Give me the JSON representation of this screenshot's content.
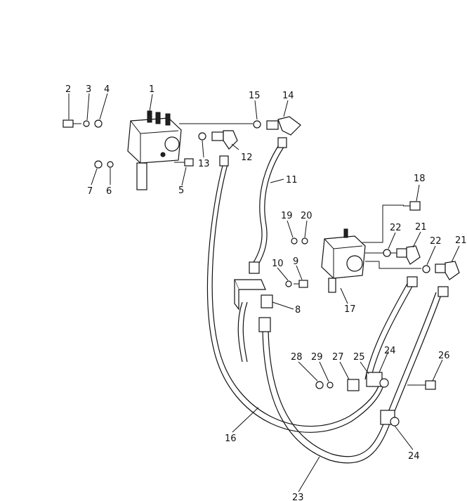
{
  "labels": {
    "l1": "1",
    "l2": "2",
    "l3": "3",
    "l4": "4",
    "l5": "5",
    "l6": "6",
    "l7": "7",
    "l8": "8",
    "l9": "9",
    "l10": "10",
    "l11": "11",
    "l12": "12",
    "l13": "13",
    "l14": "14",
    "l15": "15",
    "l16": "16",
    "l17": "17",
    "l18": "18",
    "l19": "19",
    "l20": "20",
    "l21a": "21",
    "l21b": "21",
    "l22a": "22",
    "l22b": "22",
    "l23": "23",
    "l24a": "24",
    "l24b": "24",
    "l25": "25",
    "l26": "26",
    "l27": "27",
    "l28": "28",
    "l29": "29"
  }
}
